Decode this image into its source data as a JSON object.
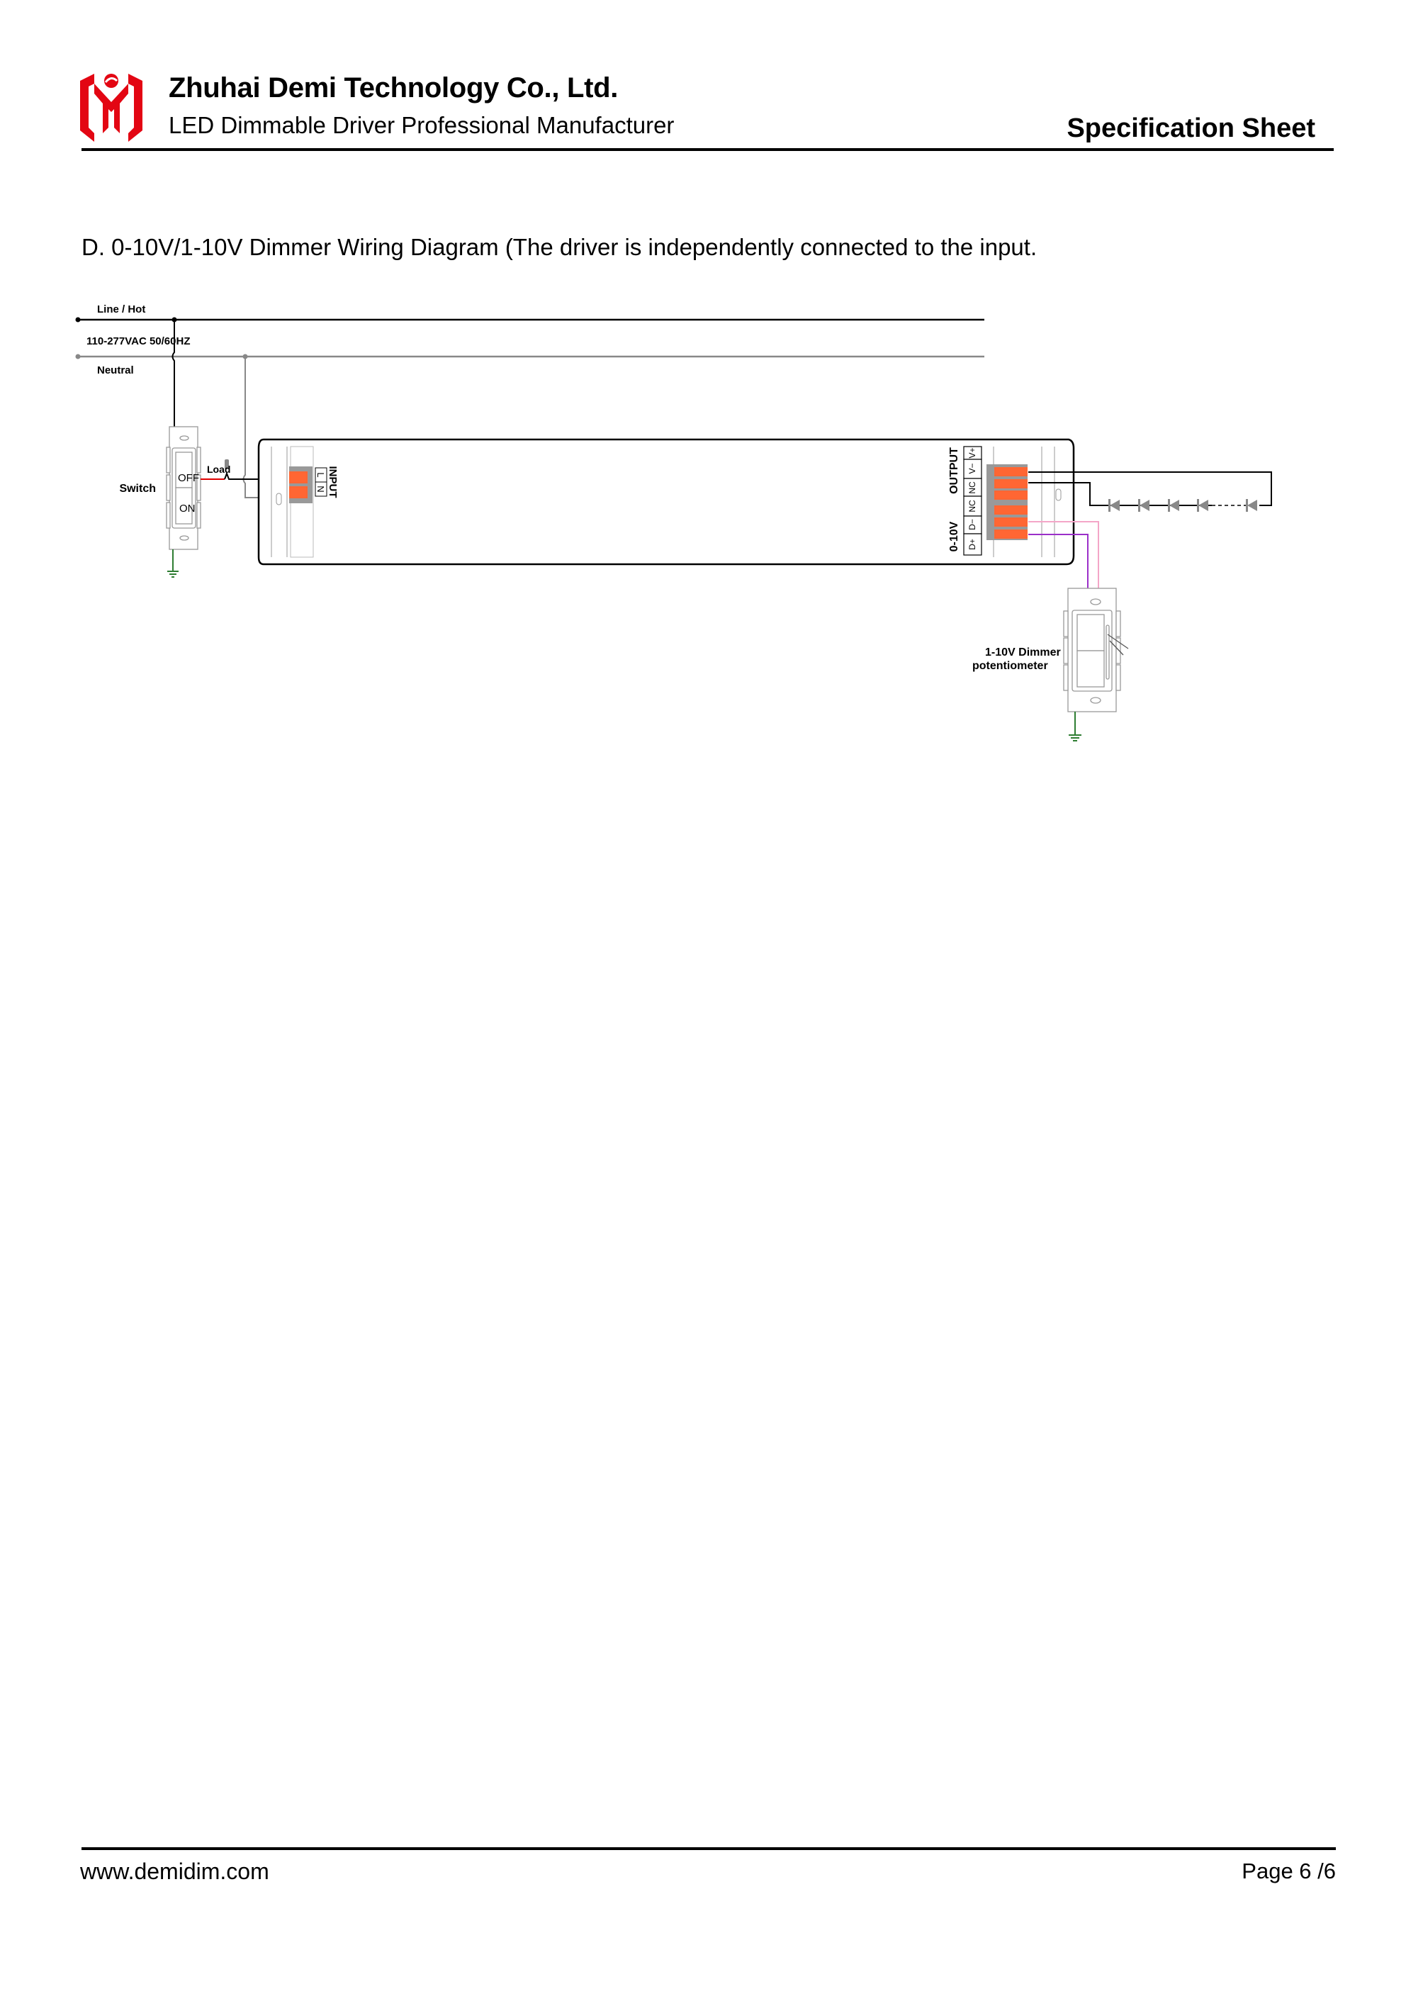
{
  "header": {
    "company": "Zhuhai Demi Technology Co., Ltd.",
    "tagline": "LED Dimmable Driver Professional Manufacturer",
    "doc_type": "Specification Sheet",
    "logo_icon": "demi-logo-icon",
    "brand_color": "#e30613"
  },
  "section": {
    "heading": "D.  0-10V/1-10V Dimmer Wiring Diagram (The driver is independently connected to the input."
  },
  "diagram": {
    "line_hot": "Line / Hot",
    "voltage": "110-277VAC 50/60HZ",
    "neutral": "Neutral",
    "switch": "Switch",
    "off": "OFF",
    "on": "ON",
    "load": "Load",
    "input": "INPUT",
    "input_L": "L",
    "input_N": "N",
    "output": "OUTPUT",
    "dim": "0-10V",
    "terms": [
      "V+",
      "V−",
      "NC",
      "NC",
      "D−",
      "D+"
    ],
    "dimmer_1": "1-10V Dimmer",
    "dimmer_2": "potentiometer",
    "colors": {
      "orange": "#ff6633",
      "pink": "#f4a6c8",
      "purple": "#9b2fc9",
      "ground": "#2e7d32",
      "red": "#e00000"
    }
  },
  "footer": {
    "website": "www.demidim.com",
    "page": "Page 6 /6"
  }
}
